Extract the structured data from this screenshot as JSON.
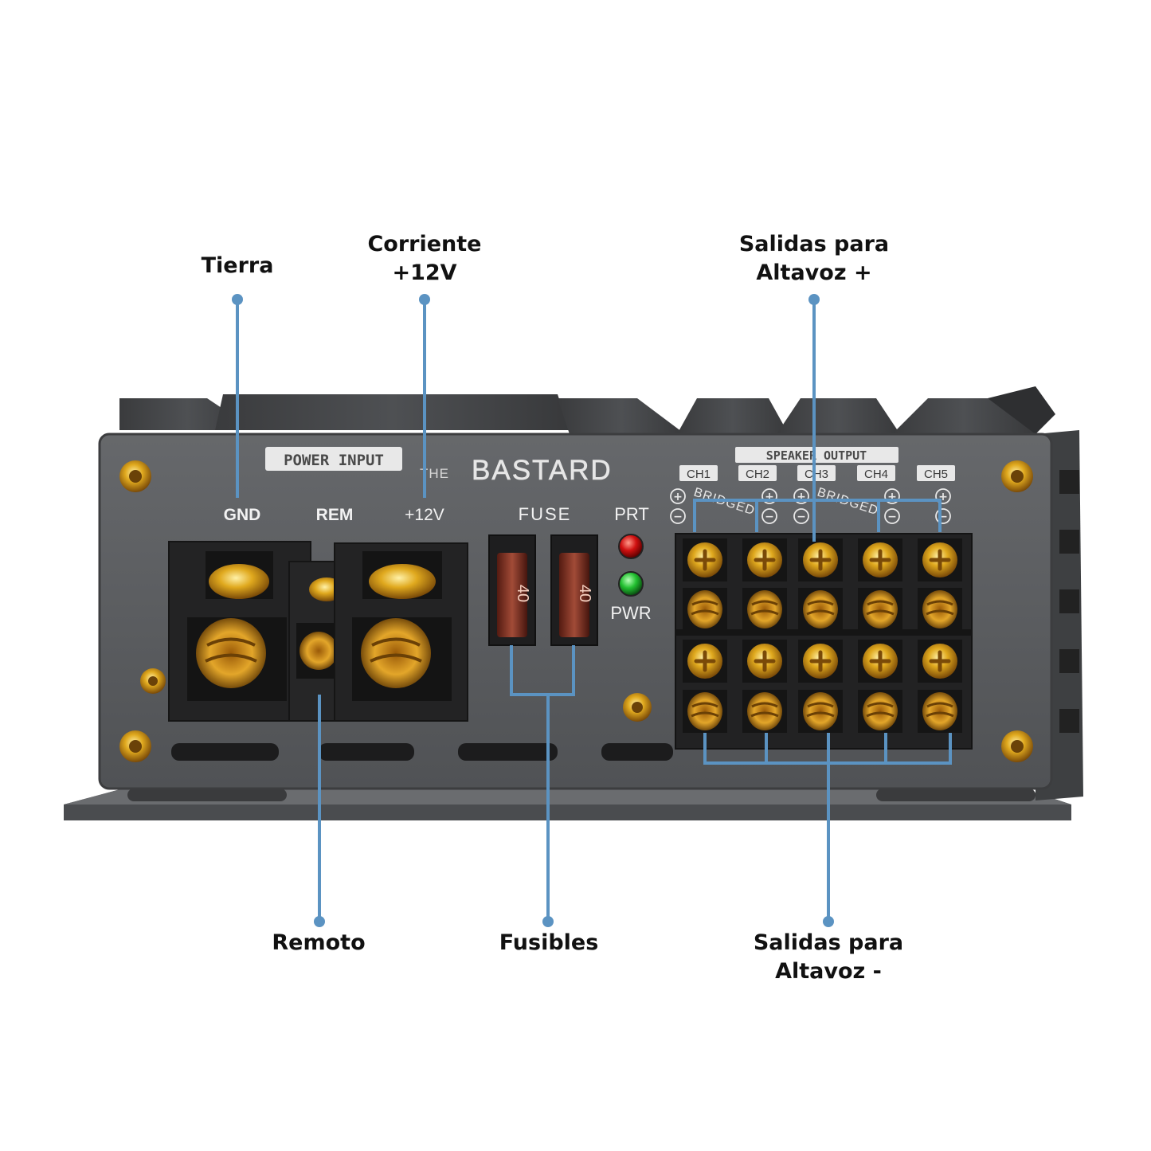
{
  "annotations": {
    "tierra": "Tierra",
    "corriente_line1": "Corriente",
    "corriente_line2": "+12V",
    "salidas_pos_line1": "Salidas para",
    "salidas_pos_line2": "Altavoz +",
    "remoto": "Remoto",
    "fusibles": "Fusibles",
    "salidas_neg_line1": "Salidas para",
    "salidas_neg_line2": "Altavoz -"
  },
  "device": {
    "power_input_label": "POWER INPUT",
    "brand_prefix": "THE",
    "brand_name": "BASTARD",
    "terminals": {
      "gnd": "GND",
      "rem": "REM",
      "plus12v": "+12V"
    },
    "fuse_label": "FUSE",
    "fuse_rating": "40",
    "prt_label": "PRT",
    "pwr_label": "PWR",
    "speaker_output_label": "SPEAKER OUTPUT",
    "channels": [
      "CH1",
      "CH2",
      "CH3",
      "CH4",
      "CH5"
    ],
    "bridged_label": "BRIDGED",
    "plus_symbol": "+",
    "minus_symbol": "−"
  },
  "colors": {
    "callout_line": "#5b93c2",
    "chassis": "#57595c",
    "led_prt": "#d01010",
    "led_pwr": "#22c030",
    "brass": "#d9a520"
  }
}
